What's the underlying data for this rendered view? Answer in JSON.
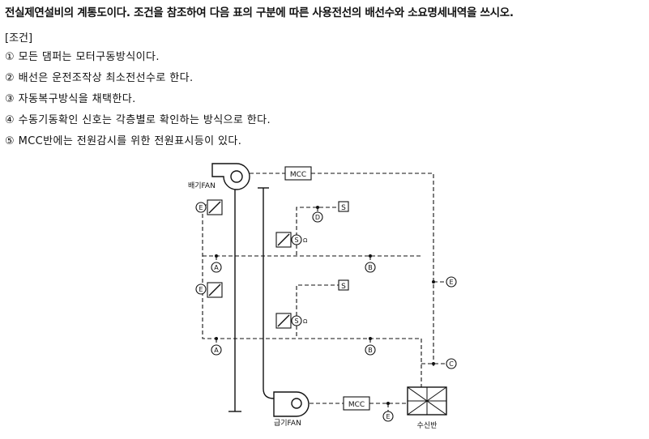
{
  "question": "전실제연설비의 계통도이다. 조건을 참조하여 다음 표의 구분에 따른 사용전선의 배선수와 소요명세내역을 쓰시오.",
  "conditions_title": "[조건]",
  "conditions": [
    "① 모든 댐퍼는 모터구동방식이다.",
    "② 배선은 운전조작상 최소전선수로 한다.",
    "③ 자동복구방식을 채택한다.",
    "④ 수동기동확인 신호는 각층별로 확인하는 방식으로 한다.",
    "⑤ MCC반에는 전원감시를 위한 전원표시등이 있다."
  ],
  "diagram": {
    "exhaust_fan_label": "배기FAN",
    "supply_fan_label": "급기FAN",
    "receiver_label": "수신반",
    "mcc_label": "MCC",
    "smoke_detector_symbol": "S",
    "detector_letter": "S",
    "detector_suffix": "Ω",
    "wire_labels": {
      "A": "A",
      "B": "B",
      "C": "C",
      "D": "D",
      "E": "E"
    }
  }
}
